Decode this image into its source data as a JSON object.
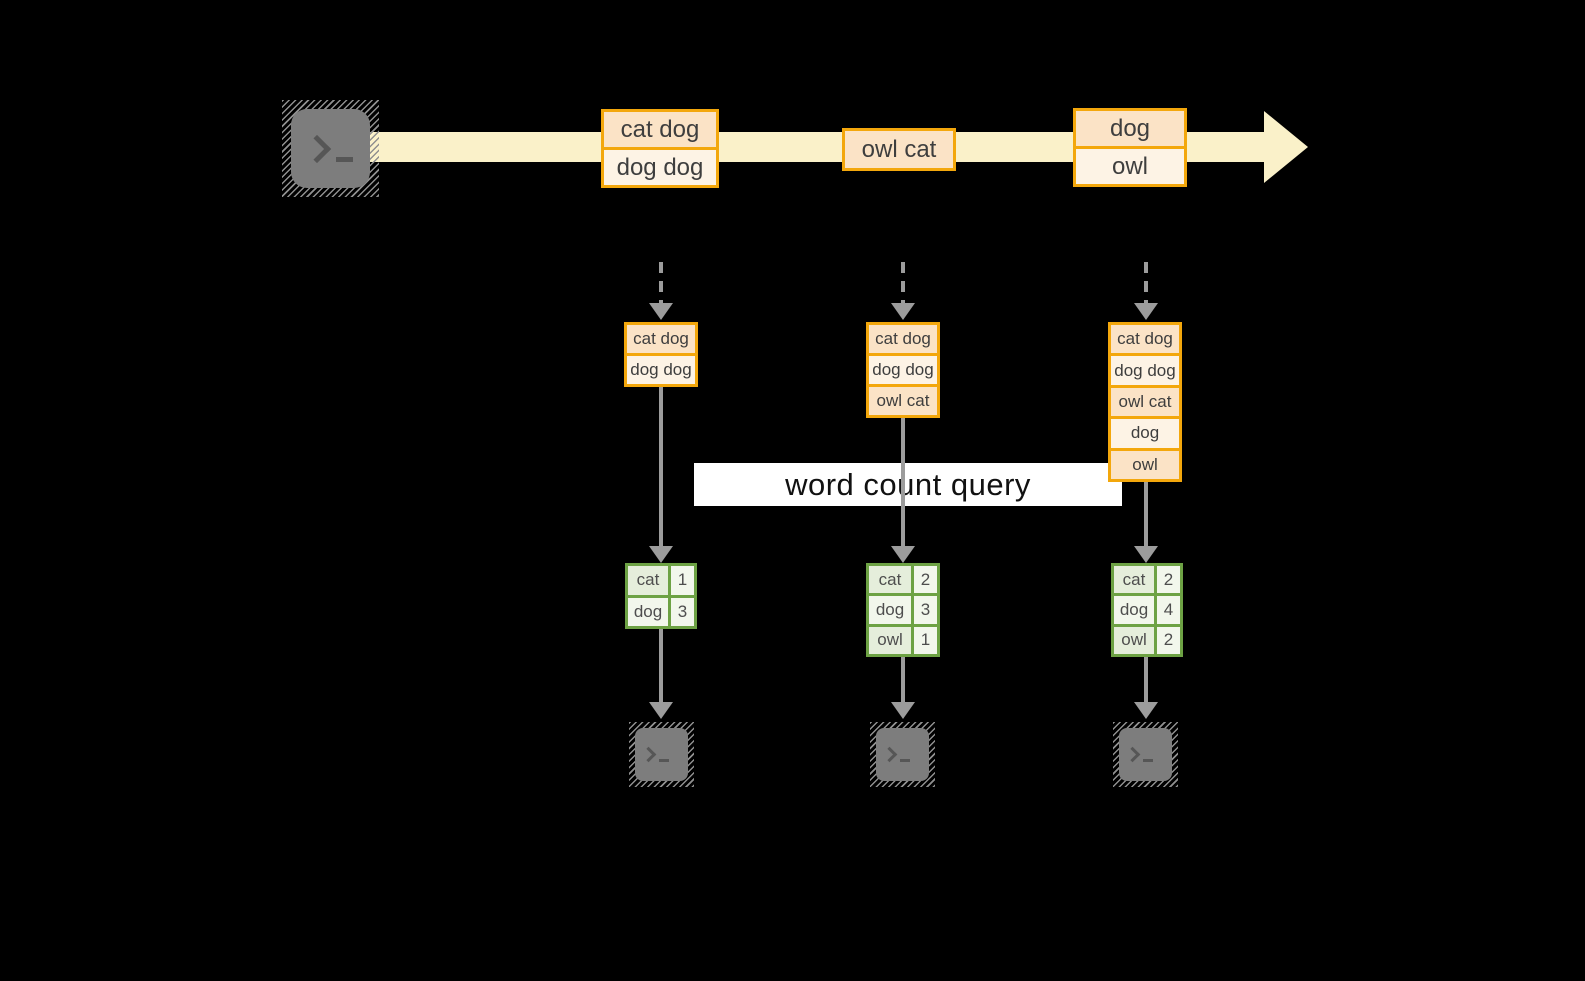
{
  "colors": {
    "background": "#000000",
    "band": "#faf1c9",
    "gold": "#f3a70c",
    "peach": "#fbe3c6",
    "cream": "#fdf3e5",
    "green": "#6da244",
    "gdark": "#e5eedb",
    "glight": "#f2f7ec",
    "gray": "#9c9c9c",
    "termgray": "#7d7d7d",
    "qbg": "#ffffff"
  },
  "icons": {
    "source_terminal": "terminal-prompt-icon",
    "output_terminal": "terminal-prompt-icon",
    "terminal_glyph": ">_"
  },
  "stream": {
    "events": [
      {
        "lines": [
          "cat dog",
          "dog dog"
        ]
      },
      {
        "lines": [
          "owl cat"
        ]
      },
      {
        "lines": [
          "dog",
          "owl"
        ]
      }
    ]
  },
  "batches": [
    {
      "records": [
        "cat dog",
        "dog dog"
      ]
    },
    {
      "records": [
        "cat dog",
        "dog dog",
        "owl cat"
      ]
    },
    {
      "records": [
        "cat dog",
        "dog dog",
        "owl cat",
        "dog",
        "owl"
      ]
    }
  ],
  "query": {
    "label": "word count query"
  },
  "results": [
    {
      "rows": [
        {
          "word": "cat",
          "count": "1"
        },
        {
          "word": "dog",
          "count": "3"
        }
      ]
    },
    {
      "rows": [
        {
          "word": "cat",
          "count": "2"
        },
        {
          "word": "dog",
          "count": "3"
        },
        {
          "word": "owl",
          "count": "1"
        }
      ]
    },
    {
      "rows": [
        {
          "word": "cat",
          "count": "2"
        },
        {
          "word": "dog",
          "count": "4"
        },
        {
          "word": "owl",
          "count": "2"
        }
      ]
    }
  ]
}
